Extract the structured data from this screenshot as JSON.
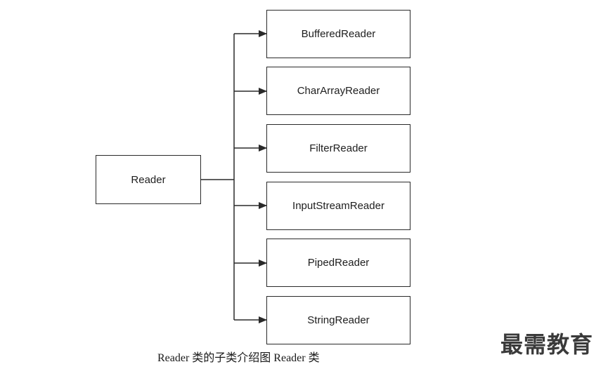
{
  "diagram": {
    "parent": {
      "label": "Reader"
    },
    "children": [
      {
        "label": "BufferedReader"
      },
      {
        "label": "CharArrayReader"
      },
      {
        "label": "FilterReader"
      },
      {
        "label": "InputStreamReader"
      },
      {
        "label": "PipedReader"
      },
      {
        "label": "StringReader"
      }
    ]
  },
  "caption": "Reader 类的子类介绍图 Reader 类",
  "watermark": "最需教育",
  "colors": {
    "line": "#2a2a2a",
    "text": "#1e1e1e",
    "background": "#ffffff"
  }
}
